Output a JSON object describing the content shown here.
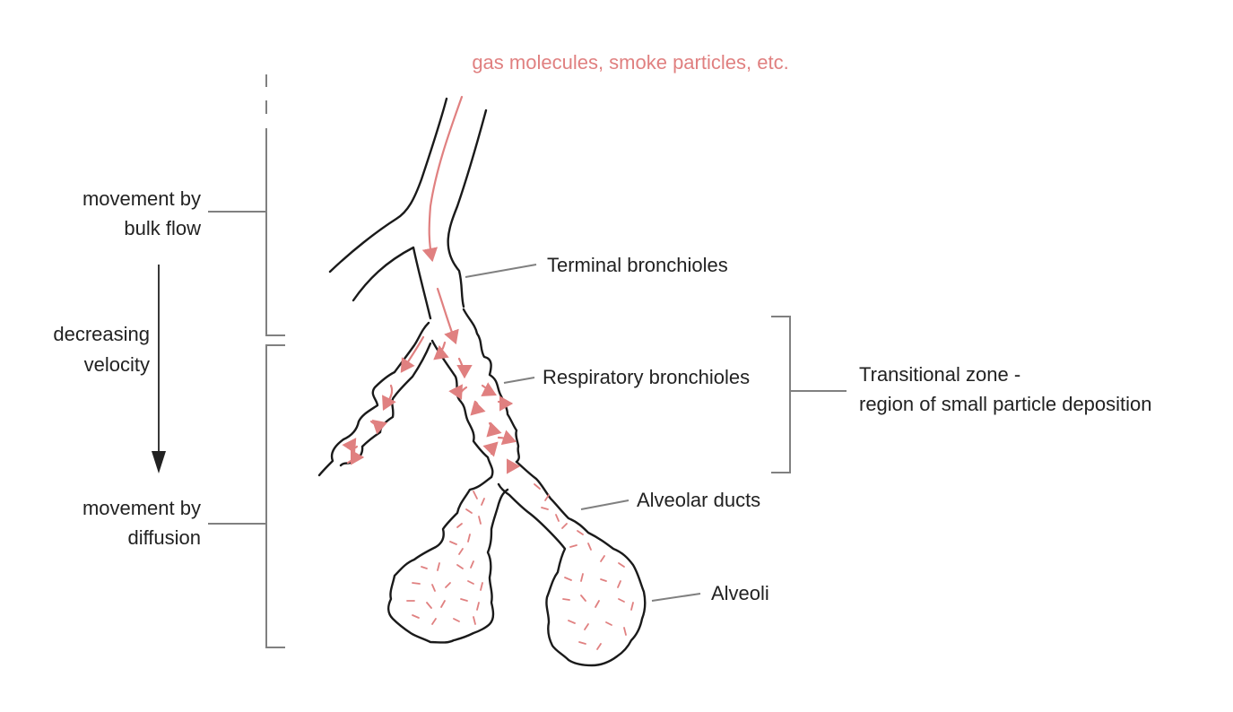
{
  "top_label": "gas molecules, smoke particles, etc.",
  "left": {
    "bulk_flow": [
      "movement by",
      "bulk flow"
    ],
    "velocity": [
      "decreasing",
      "velocity"
    ],
    "diffusion": [
      "movement by",
      "diffusion"
    ]
  },
  "right": {
    "terminal": "Terminal bronchioles",
    "respiratory": "Respiratory bronchioles",
    "ducts": "Alveolar ducts",
    "alveoli": "Alveoli",
    "zone": [
      "Transitional zone -",
      "region of small particle deposition"
    ]
  },
  "colors": {
    "particles": "#e08080",
    "outline": "#1a1a1a",
    "leader": "#808080",
    "text": "#222222"
  }
}
